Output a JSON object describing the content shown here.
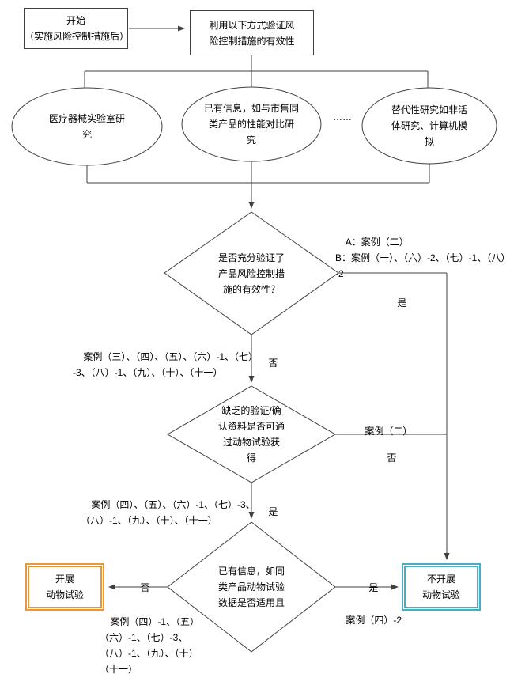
{
  "nodes": {
    "start": "开始\n（实施风险控制措施后）",
    "method": "利用以下方式验证风\n险控制措施的有效性",
    "lab": "医疗器械实验室研\n究",
    "existing": "已有信息，如与市售同\n类产品的性能对比研\n究",
    "dots": "……",
    "alternative": "替代性研究如非活\n体研究、计算机模\n拟",
    "d1": "是否充分验证了\n产品风险控制措\n施的有效性？",
    "d2": "缺乏的验证/确\n认资料是否可通\n过动物试验获\n得",
    "d3": "已有信息，如同\n类产品动物试验\n数据是否适用且",
    "conduct": "开展\n动物试验",
    "not_conduct": "不开展\n动物试验"
  },
  "labels": {
    "yes1": "是",
    "no1": "否",
    "yes2": "是",
    "no2": "否",
    "yes3": "是",
    "no3": "否",
    "case_ab": "A：案例（二）\nB：案例（一）、（六）-2、（七）-1、（八）\n-2",
    "case_no1": "案例（三）、（四）、（五）、（六）-1、（七）\n-3、（八）-1、（九）、（十）、（十一）",
    "case_d2_right": "案例（二）",
    "case_yes2": "案例（四）、（五）、（六）-1、（七）-3、\n（八）-1、（九）、（十）、（十一）",
    "case_conduct": "案例（四）-1、（五）\n（六）-1、（七）-3、\n（八）-1、（九）、（十）\n（十一）",
    "case_not_conduct": "案例（四）-2"
  },
  "colors": {
    "line": "#404040",
    "conduct_border": "#E8973C",
    "not_conduct_border": "#4BACC6"
  }
}
